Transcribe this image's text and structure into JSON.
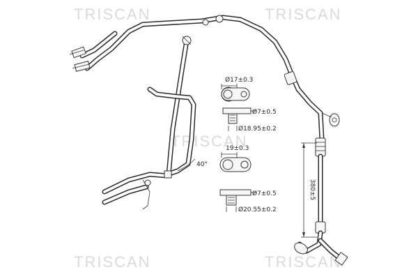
{
  "watermarks": [
    "TRISCAN",
    "TRISCAN",
    "TRISCAN",
    "TRISCAN",
    "TRISCAN"
  ],
  "dimensions": {
    "top_bore": "Ø17±0.3",
    "top_hole": "Ø7±0.5",
    "top_width": "Ø18.95±0.2",
    "bottom_width_top": "19±0.3",
    "bottom_hole": "Ø7±0.5",
    "bottom_width": "Ø20.55±0.2",
    "length": "380±5",
    "angle": "40°"
  }
}
